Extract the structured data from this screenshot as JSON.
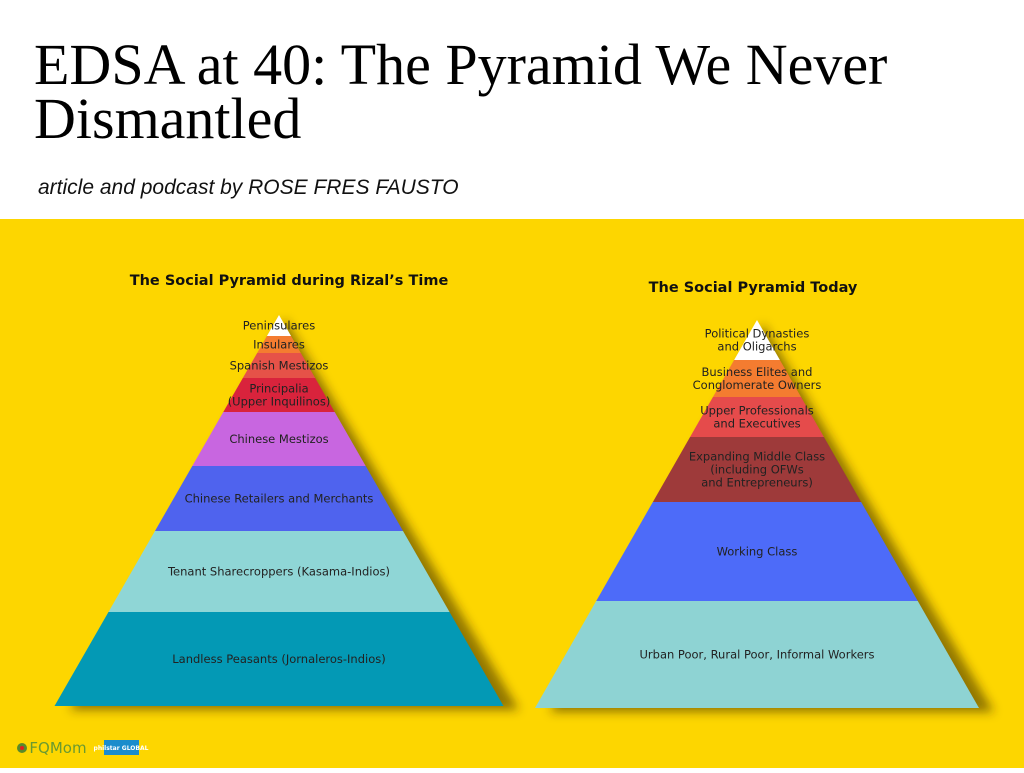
{
  "header": {
    "title": "EDSA at 40: The Pyramid We Never Dismantled",
    "byline": "article and podcast by ROSE FRES FAUSTO"
  },
  "left_pyramid": {
    "title": "The Social Pyramid during Rizal’s Time",
    "layers": [
      {
        "lines": [
          "Peninsulares"
        ],
        "color": "#ffffff"
      },
      {
        "lines": [
          "Insulares"
        ],
        "color": "#f47c30"
      },
      {
        "lines": [
          "Spanish Mestizos"
        ],
        "color": "#e65248"
      },
      {
        "lines": [
          "Principalia",
          "(Upper Inquilinos)"
        ],
        "color": "#d9233c"
      },
      {
        "lines": [
          "Chinese Mestizos"
        ],
        "color": "#c866e0"
      },
      {
        "lines": [
          "Chinese Retailers and Merchants"
        ],
        "color": "#4f63ee"
      },
      {
        "lines": [
          "Tenant Sharecroppers (Kasama-Indios)"
        ],
        "color": "#8fd6d6"
      },
      {
        "lines": [
          "Landless Peasants (Jornaleros-Indios)"
        ],
        "color": "#0399b5"
      }
    ]
  },
  "right_pyramid": {
    "title": "The Social Pyramid Today",
    "layers": [
      {
        "lines": [
          "Political Dynasties",
          "and Oligarchs"
        ],
        "color": "#ffffff"
      },
      {
        "lines": [
          "Business Elites and",
          "Conglomerate Owners"
        ],
        "color": "#f47c30"
      },
      {
        "lines": [
          "Upper Professionals",
          "and Executives"
        ],
        "color": "#e54b4b"
      },
      {
        "lines": [
          "Expanding Middle Class",
          "(including OFWs",
          "and Entrepreneurs)"
        ],
        "color": "#9e3a3a"
      },
      {
        "lines": [
          "Working Class"
        ],
        "color": "#4d6bf9"
      },
      {
        "lines": [
          "Urban Poor, Rural Poor, Informal Workers"
        ],
        "color": "#8ed3d3"
      }
    ]
  },
  "footer": {
    "logo1": "FQMom",
    "logo2": "philstar GLOBAL"
  }
}
